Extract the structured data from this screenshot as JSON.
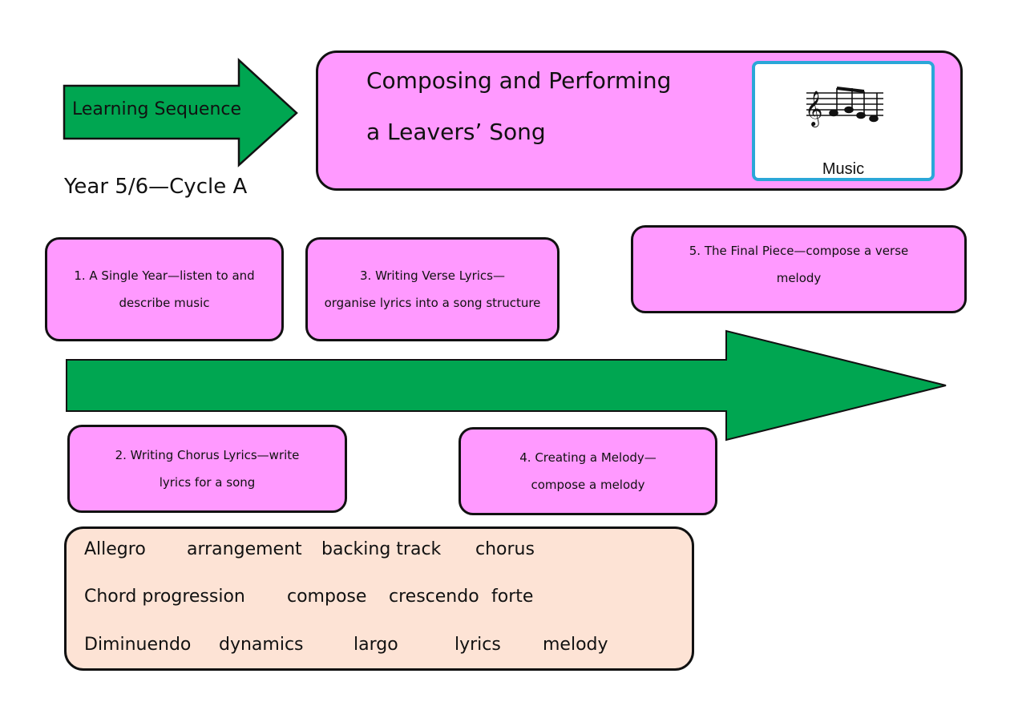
{
  "header": {
    "badge": "Learning Sequence",
    "cycle": "Year 5/6—Cycle A",
    "title_line1": "Composing and Performing",
    "title_line2": "a Leavers’ Song",
    "subject_label": "Music",
    "subject_icon": "music-notes-icon"
  },
  "lessons": [
    {
      "line1": "1. A Single Year—listen to and",
      "line2": "describe music"
    },
    {
      "line1": "2. Writing Chorus Lyrics—write",
      "line2": "lyrics for a song"
    },
    {
      "line1": "3. Writing Verse Lyrics—",
      "line2": "organise lyrics into a song structure"
    },
    {
      "line1": "4. Creating a Melody—",
      "line2": "compose a melody"
    },
    {
      "line1": "5. The Final Piece—compose a verse",
      "line2": "melody"
    }
  ],
  "vocabulary": [
    [
      "Allegro",
      "arrangement",
      "backing track",
      "chorus"
    ],
    [
      "Chord progression",
      "compose",
      "crescendo",
      "forte"
    ],
    [
      "Diminuendo",
      "dynamics",
      "largo",
      "lyrics",
      "melody"
    ]
  ],
  "colors": {
    "arrow_green": "#00a651",
    "box_pink": "#ff99ff",
    "vocab_peach": "#fde3d5",
    "icon_border": "#2aa7d8"
  }
}
